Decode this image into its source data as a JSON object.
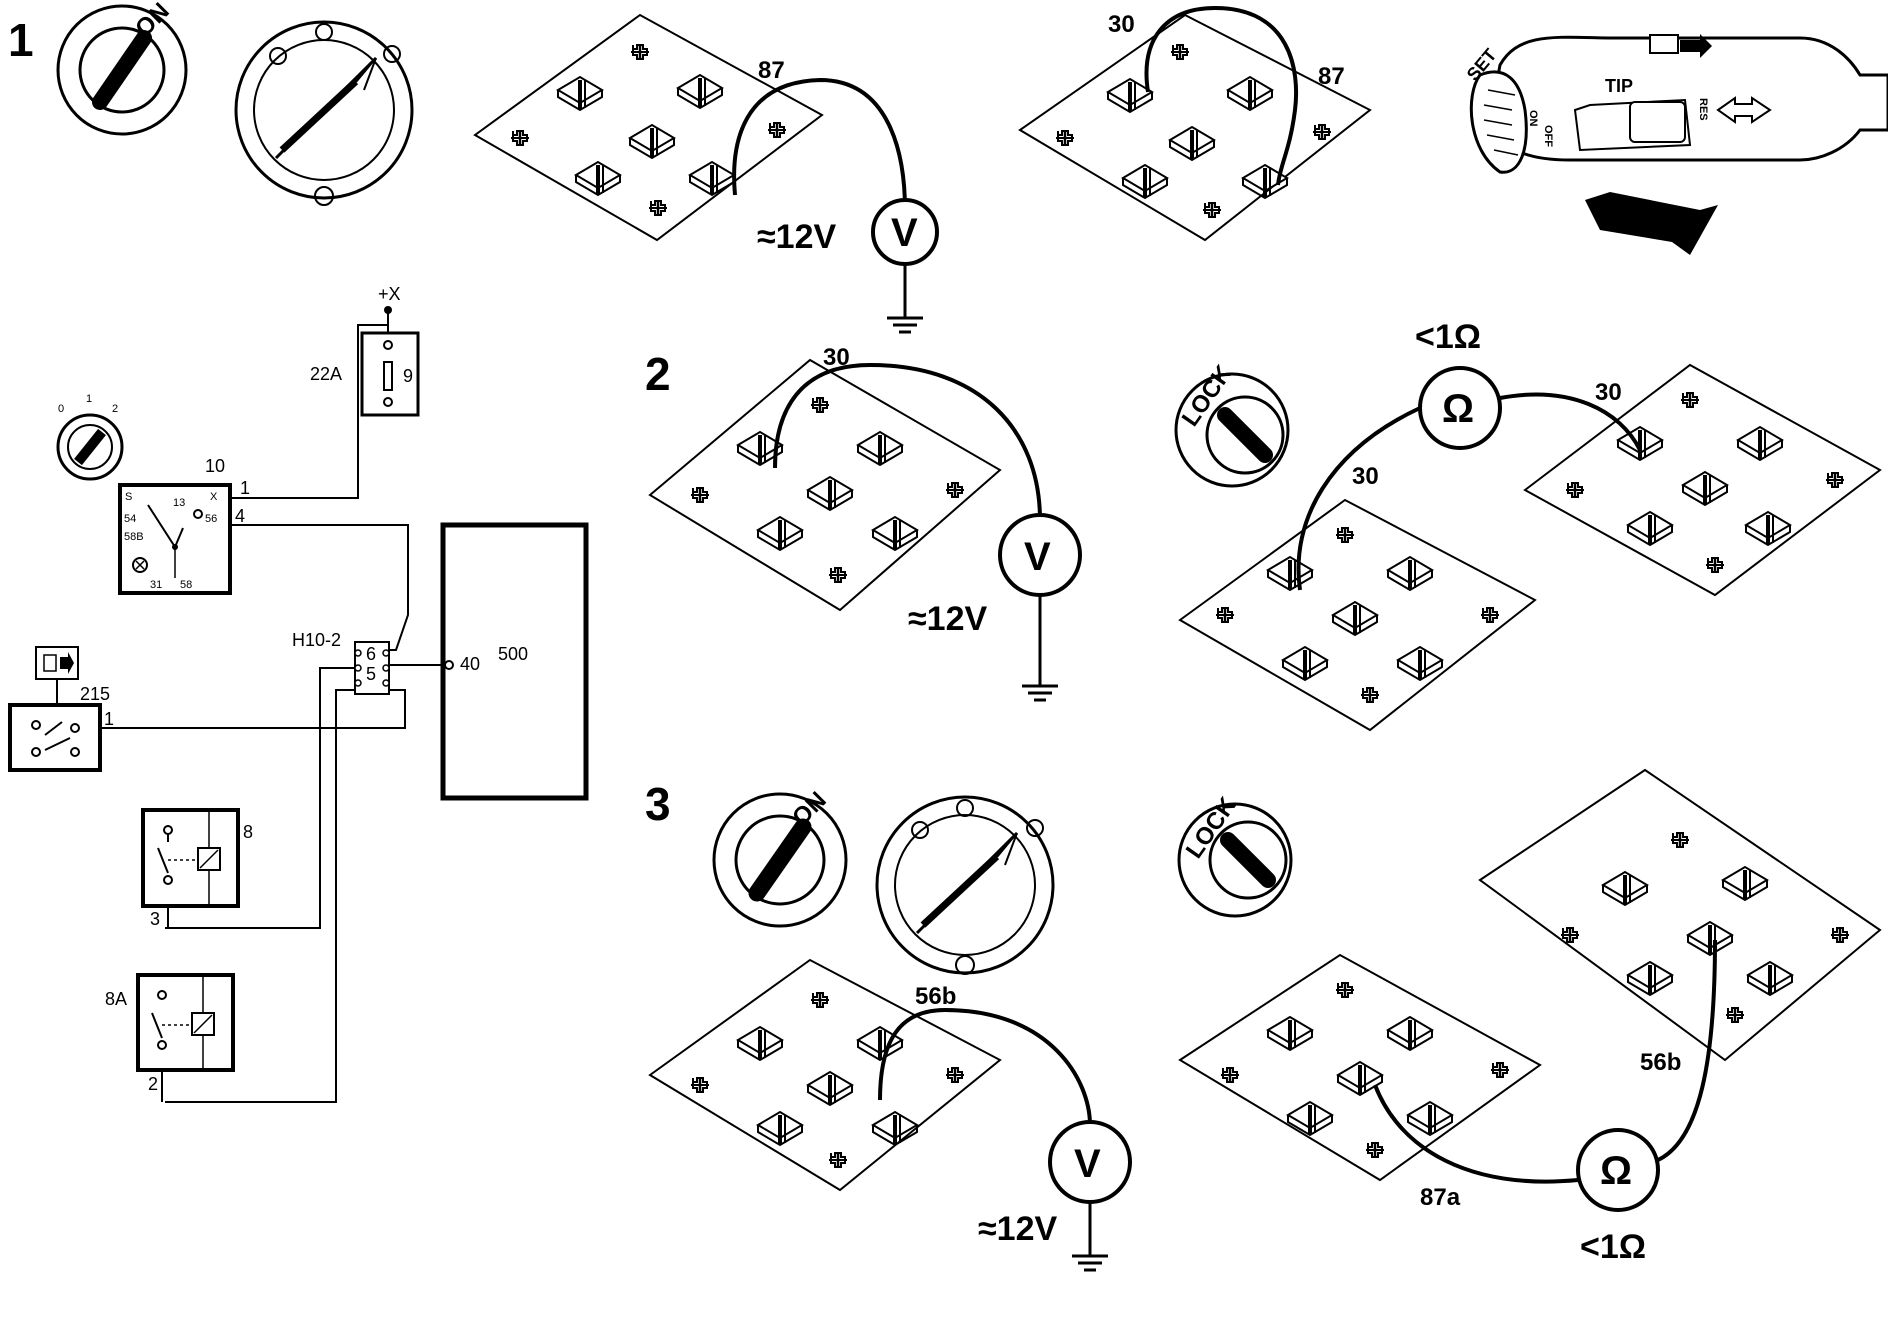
{
  "steps": {
    "s1": "1",
    "s2": "2",
    "s3": "3"
  },
  "switches": {
    "on": "ON",
    "lock": "LOCK",
    "stalk_set": "SET",
    "stalk_tip": "TIP",
    "stalk_res": "RES",
    "stalk_on": "ON",
    "stalk_off": "OFF"
  },
  "meters": {
    "volt_symbol": "V",
    "ohm_symbol": "Ω",
    "voltage": "≈12V",
    "resistance": "<1Ω"
  },
  "terminals": {
    "t87": "87",
    "t30": "30",
    "t56b": "56b",
    "t87a": "87a"
  },
  "schematic": {
    "supply": "+X",
    "fuse_ref": "22A",
    "fuse_num": "9",
    "switch_ref": "10",
    "switch_scale": [
      "0",
      "1",
      "2"
    ],
    "sw_pins": {
      "s": "S",
      "p13": "13",
      "x": "X",
      "p54": "54",
      "p56": "56",
      "p58b": "58B",
      "p31": "31",
      "p58": "58"
    },
    "sw_out1": "1",
    "sw_out4": "4",
    "connector": "H10-2",
    "conn_pins": [
      "6",
      "5"
    ],
    "module": "500",
    "module_pin": "40",
    "stalk_ref": "215",
    "stalk_pin": "1",
    "relay_a": "8",
    "relay_a_pin": "3",
    "relay_b": "8A",
    "relay_b_pin": "2"
  },
  "colors": {
    "ink": "#000000",
    "paper": "#ffffff",
    "shade": "#bbbbbb"
  }
}
